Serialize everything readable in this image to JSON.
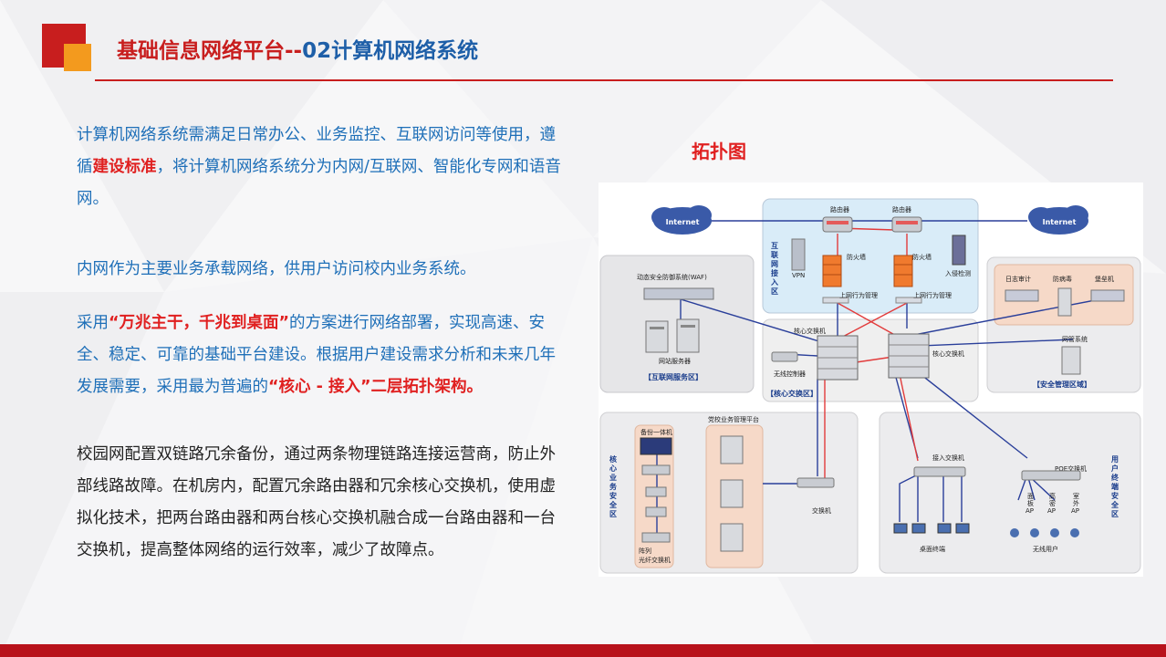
{
  "header": {
    "title_part1": "基础信息网络平台--",
    "title_part2": "02计算机网络系统"
  },
  "content": {
    "p1_a": "计算机网络系统需满足日常办公、业务监控、互联网访问等使用，遵循",
    "p1_b": "建设标准",
    "p1_c": "，将计算机网络系统分为内网/互联网、智能化专网和语音网。",
    "p2": "内网作为主要业务承载网络，供用户访问校内业务系统。",
    "p3_a": "采用",
    "p3_b": "“万兆主干，千兆到桌面”",
    "p3_c": "的方案进行网络部署，实现高速、安全、稳定、可靠的基础平台建设。根据用户建设需求分析和未来几年发展需要，采用最为普遍的",
    "p3_d": "“核心 - 接入”二层拓扑架构。",
    "p4": "校园网配置双链路冗余备份，通过两条物理链路连接运营商，防止外部线路故障。在机房内，配置冗余路由器和冗余核心交换机，使用虚拟化技术，把两台路由器和两台核心交换机融合成一台路由器和一台交换机，提高整体网络的运行效率，减少了故障点。"
  },
  "diagram": {
    "heading": "拓扑图",
    "internet_left": "Internet",
    "internet_right": "Internet",
    "router1": "路由器",
    "router2": "路由器",
    "vpn": "VPN",
    "firewall1": "防火墙",
    "firewall2": "防火墙",
    "ids": "入侵检测",
    "behavior1": "上网行为管理",
    "behavior2": "上网行为管理",
    "zone_internet_access": [
      "互",
      "联",
      "网",
      "接",
      "入",
      "区"
    ],
    "waf": "动态安全防御系统(WAF)",
    "web_server": "网站服务器",
    "zone_internet_service": "【互联网服务区】",
    "log_audit": "日志审计",
    "antivirus": "防病毒",
    "bastion": "堡垒机",
    "nms": "网管系统",
    "zone_security_mgmt": "【安全管理区域】",
    "core_switch1": "核心交换机",
    "core_switch2": "核心交换机",
    "wireless_ctrl": "无线控制器",
    "zone_core_switch": "【核心交换区】",
    "backup_appliance": "备份一体机",
    "party_platform": "党校业务管理平台",
    "array_switch": "阵列\n光纤交换机",
    "array_line1": "阵列",
    "array_line2": "光纤交换机",
    "zone_core_business": [
      "核",
      "心",
      "业",
      "务",
      "安",
      "全",
      "区"
    ],
    "switch": "交换机",
    "access_switch": "接入交换机",
    "desktop": "桌面终端",
    "poe_switch": "POE交换机",
    "ap_panel": "面板AP",
    "ap_panel_1": "面",
    "ap_panel_2": "板",
    "ap_panel_3": "AP",
    "ap_high_1": "高",
    "ap_high_2": "密",
    "ap_high_3": "AP",
    "ap_out_1": "室",
    "ap_out_2": "外",
    "ap_out_3": "AP",
    "wireless_user": "无线用户",
    "zone_user_terminal": [
      "用",
      "户",
      "终",
      "端",
      "安",
      "全",
      "区"
    ]
  },
  "colors": {
    "brand_red": "#c81e1e",
    "accent_orange": "#f39a1e",
    "text_blue": "#1e6fb8",
    "highlight_red": "#e02020",
    "bottom_bar": "#b8121b"
  }
}
